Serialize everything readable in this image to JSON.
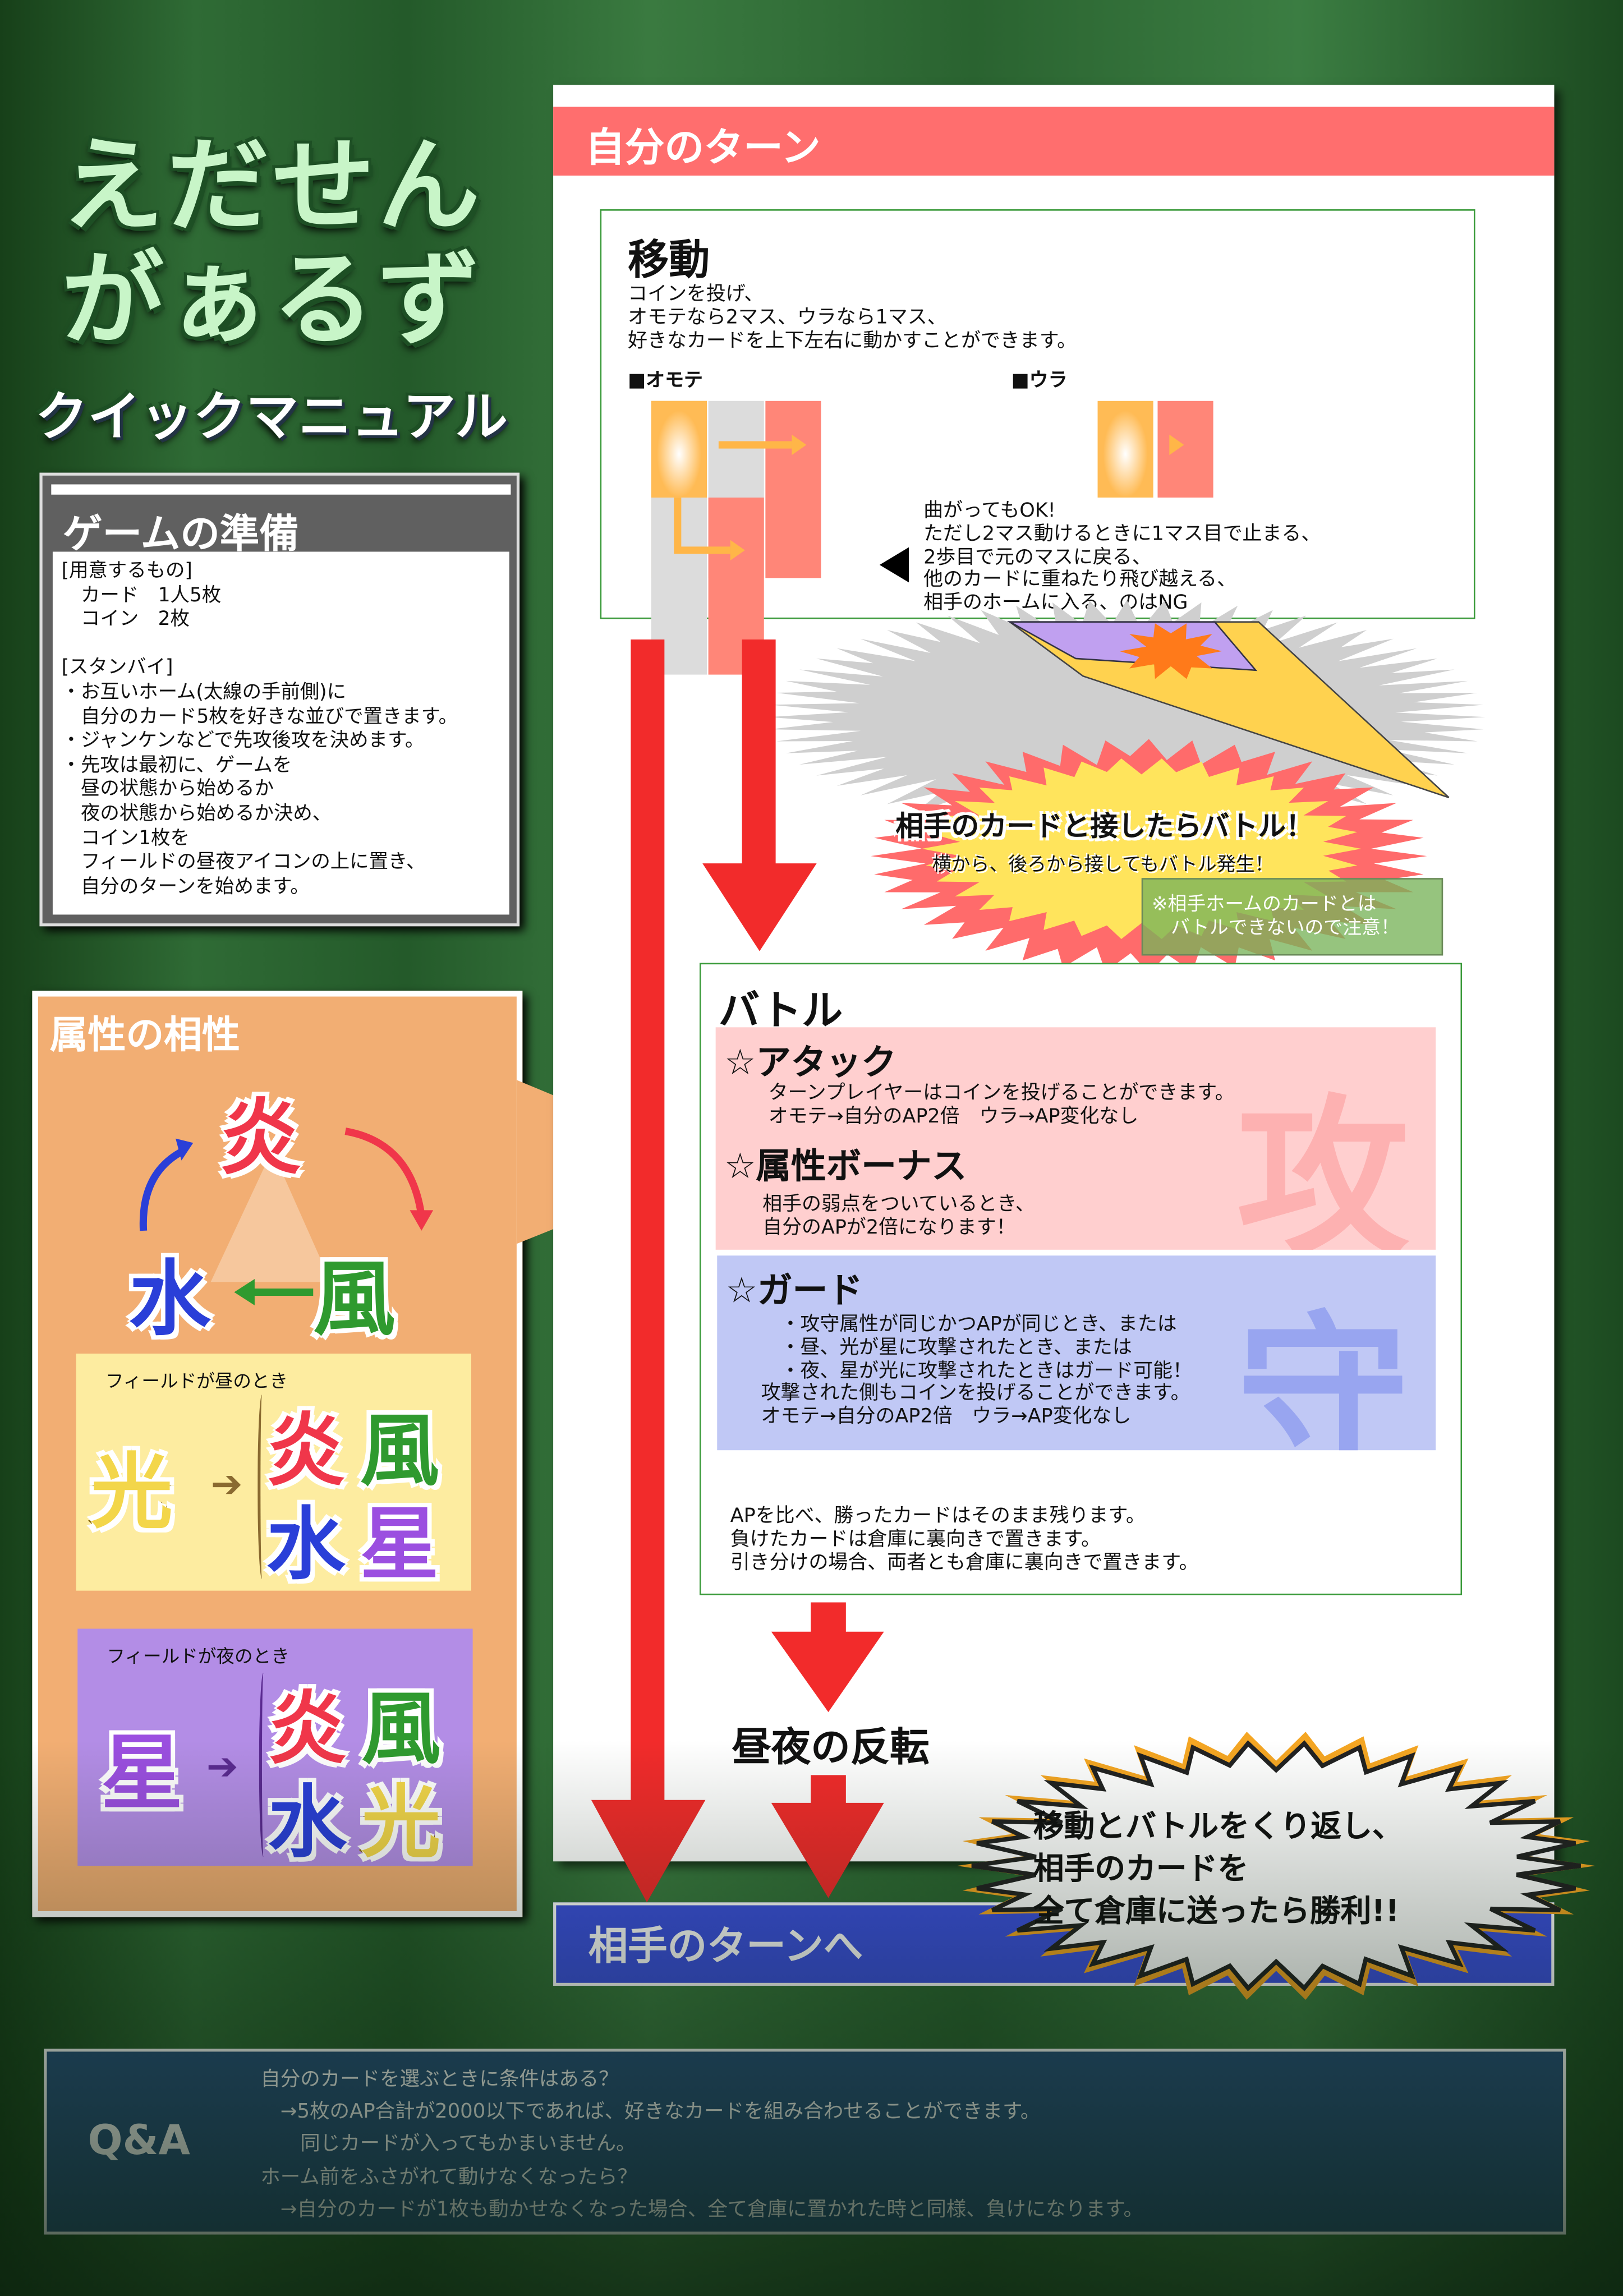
{
  "title": {
    "line1": "えだせん",
    "line2": "がぁるず",
    "subtitle": "クイックマニュアル"
  },
  "prep": {
    "heading": "ゲームの準備",
    "body": "[用意するもの]\n　カード　1人5枚\n　コイン　2枚\n\n[スタンバイ]\n・お互いホーム(太線の手前側)に\n　自分のカード5枚を好きな並びで置きます。\n・ジャンケンなどで先攻後攻を決めます。\n・先攻は最初に、ゲームを\n　昼の状態から始めるか\n　夜の状態から始めるか決め、\n　コイン1枚を\n　フィールドの昼夜アイコンの上に置き、\n　自分のターンを始めます。"
  },
  "attr": {
    "heading": "属性の相性",
    "fire": "炎",
    "water": "水",
    "wind": "風",
    "light": "光",
    "star": "星",
    "day_label": "フィールドが昼のとき",
    "night_label": "フィールドが夜のとき"
  },
  "turn": {
    "my_turn": "自分のターン",
    "opponent_turn": "相手のターンへ",
    "day_night": "昼夜の反転"
  },
  "move": {
    "heading": "移動",
    "body": "コインを投げ、\nオモテなら2マス、ウラなら1マス、\n好きなカードを上下左右に動かすことができます。",
    "heads": "■オモテ",
    "tails": "■ウラ",
    "note": "曲がってもOK!\nただし2マス動けるときに1マス目で止まる、\n2歩目で元のマスに戻る、\n他のカードに重ねたり飛び越える、\n相手のホームに入る、のはNG"
  },
  "contact": {
    "main": "相手のカードと接したらバトル！",
    "sub": "横から、後ろから接してもバトル発生！",
    "warn": "※相手ホームのカードとは\n　バトルできないので注意！"
  },
  "battle": {
    "heading": "バトル",
    "attack": {
      "title": "☆アタック",
      "body": "ターンプレイヤーはコインを投げることができます。\nオモテ→自分のAP2倍　ウラ→AP変化なし",
      "kanji": "攻"
    },
    "bonus": {
      "title": "☆属性ボーナス",
      "body": "相手の弱点をついているとき、\n自分のAPが2倍になります！"
    },
    "guard": {
      "title": "☆ガード",
      "body": "　・攻守属性が同じかつAPが同じとき、または\n　・昼、光が星に攻撃されたとき、または\n　・夜、星が光に攻撃されたときはガード可能！\n攻撃された側もコインを投げることができます。\nオモテ→自分のAP2倍　ウラ→AP変化なし",
      "kanji": "守"
    },
    "result": "APを比べ、勝ったカードはそのまま残ります。\n負けたカードは倉庫に裏向きで置きます。\n引き分けの場合、両者とも倉庫に裏向きで置きます。"
  },
  "win": {
    "text": "移動とバトルをくり返し、\n相手のカードを\n全て倉庫に送ったら勝利!!"
  },
  "qa": {
    "label": "Q&A",
    "body": "自分のカードを選ぶときに条件はある？\n　→5枚のAP合計が2000以下であれば、好きなカードを組み合わせることができます。\n　　同じカードが入ってもかまいません。\nホーム前をふさがれて動けなくなったら？\n　→自分のカードが1枚も動かせなくなった場合、全て倉庫に置かれた時と同様、負けになります。"
  },
  "colors": {
    "red": "#ff6e6e",
    "arrow": "#f22b2b",
    "blue": "#3b4fe0",
    "orange": "#f2ae73",
    "qa": "#27507c",
    "fire": "#f0364a",
    "water": "#2a3fd8",
    "wind": "#2f9a2f",
    "light": "#f3d64a",
    "star": "#9b4fe0"
  }
}
